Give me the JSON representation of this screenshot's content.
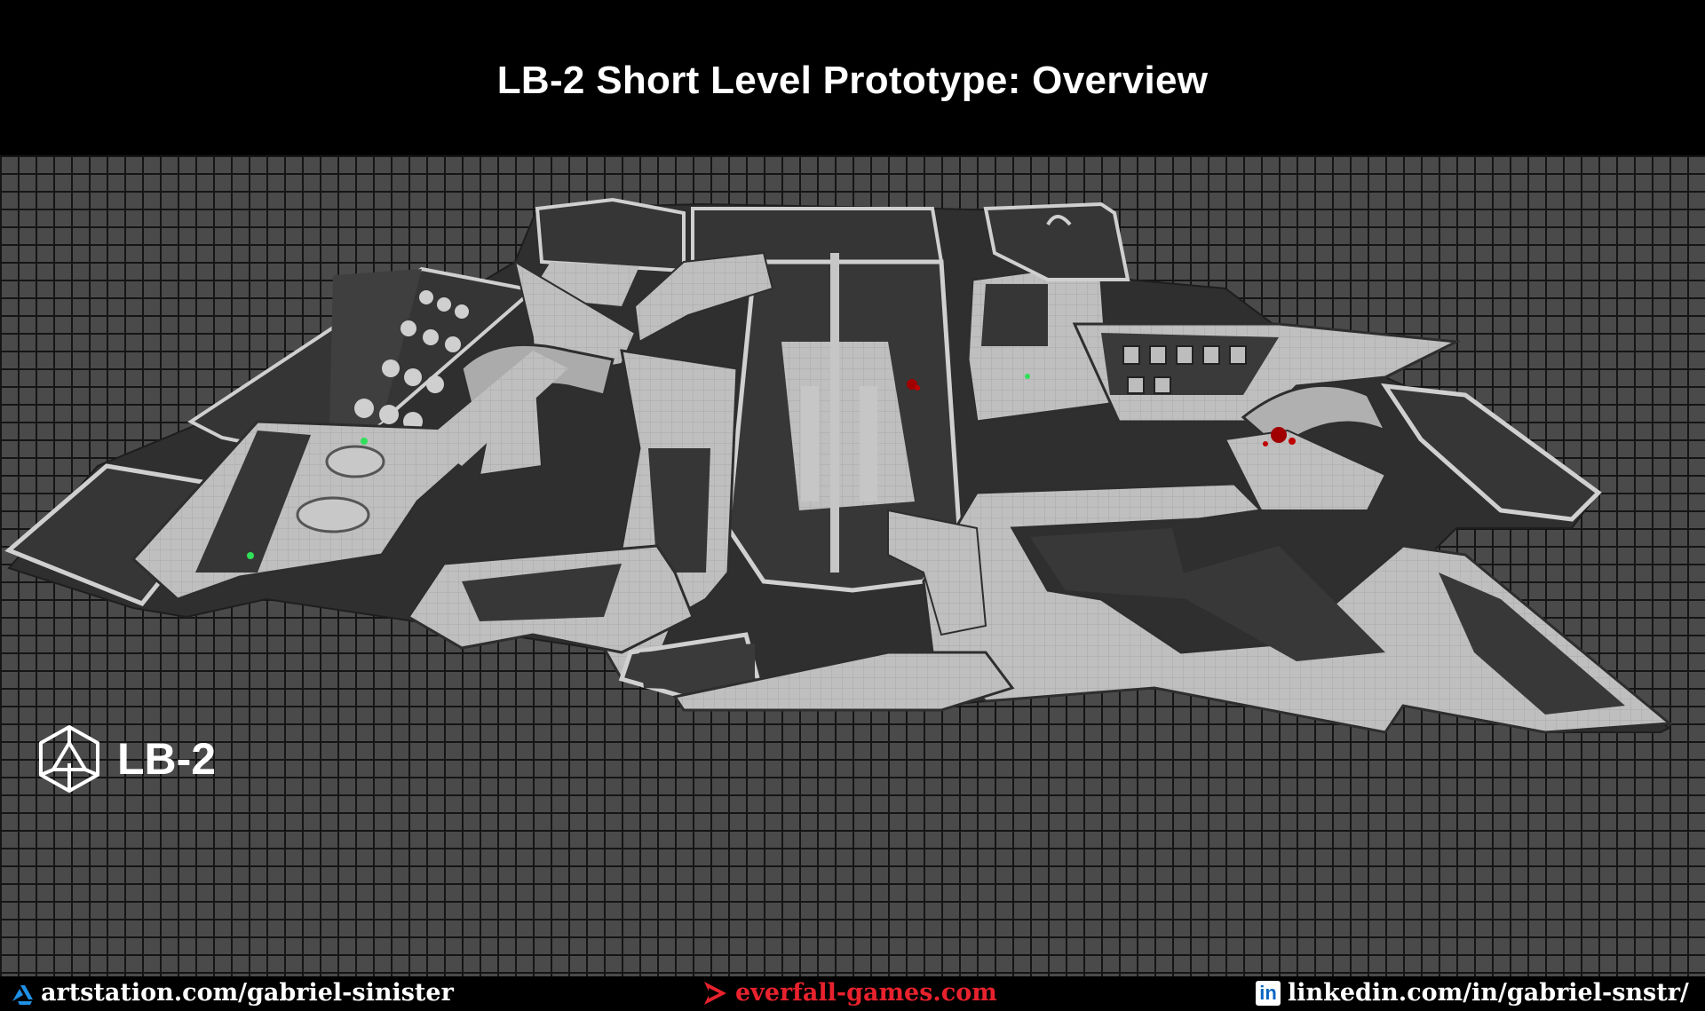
{
  "header": {
    "title": "LB-2 Short Level Prototype: Overview"
  },
  "viewport": {
    "description_icon": "level-map-3d",
    "colors": {
      "grid_bg": "#4a4a4a",
      "grid_lines": "#151515",
      "floor": "#bdbdbd",
      "wall": "#383838",
      "blood": "#a00000",
      "marker": "#31e05a"
    }
  },
  "logo": {
    "text": "LB-2",
    "icon": "icosahedron-icon"
  },
  "footer": {
    "artstation": {
      "text": "artstation.com/gabriel-sinister",
      "icon": "artstation-icon"
    },
    "everfall": {
      "text": "everfall-games.com",
      "icon": "everfall-icon"
    },
    "linkedin": {
      "text": "linkedin.com/in/gabriel-snstr/",
      "icon": "linkedin-icon",
      "icon_letters": "in"
    }
  }
}
